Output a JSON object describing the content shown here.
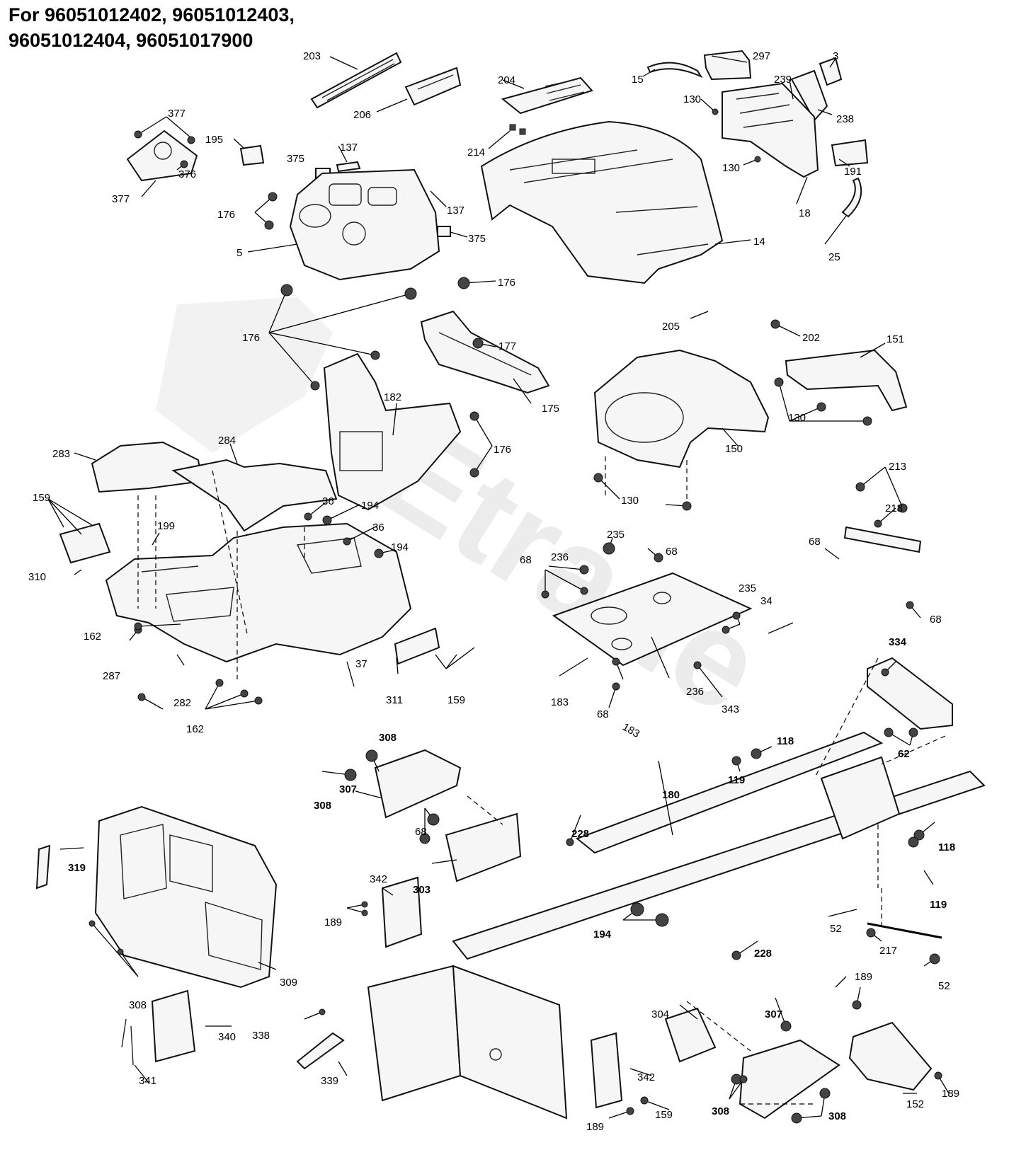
{
  "title_lines": [
    "For 96051012402, 96051012403,",
    "96051012404, 96051017900"
  ],
  "labels": [
    "203",
    "297",
    "3",
    "15",
    "204",
    "239",
    "206",
    "130",
    "238",
    "214",
    "130",
    "18",
    "191",
    "377",
    "195",
    "137",
    "375",
    "25",
    "377",
    "376",
    "176",
    "137",
    "5",
    "375",
    "14",
    "176",
    "176",
    "205",
    "202",
    "151",
    "177",
    "182",
    "175",
    "130",
    "176",
    "283",
    "284",
    "150",
    "130",
    "213",
    "159",
    "36",
    "194",
    "218",
    "199",
    "36",
    "194",
    "235",
    "68",
    "68",
    "310",
    "236",
    "68",
    "235",
    "34",
    "162",
    "68",
    "287",
    "282",
    "311",
    "159",
    "183",
    "68",
    "183",
    "236",
    "343",
    "37",
    "162",
    "334",
    "308",
    "62",
    "118",
    "307",
    "119",
    "308",
    "68",
    "180",
    "319",
    "228",
    "118",
    "303",
    "342",
    "119",
    "189",
    "52",
    "194",
    "228",
    "217",
    "52",
    "309",
    "308",
    "189",
    "304",
    "307",
    "338",
    "340",
    "342",
    "339",
    "341",
    "159",
    "308",
    "308",
    "152",
    "189",
    "189"
  ]
}
